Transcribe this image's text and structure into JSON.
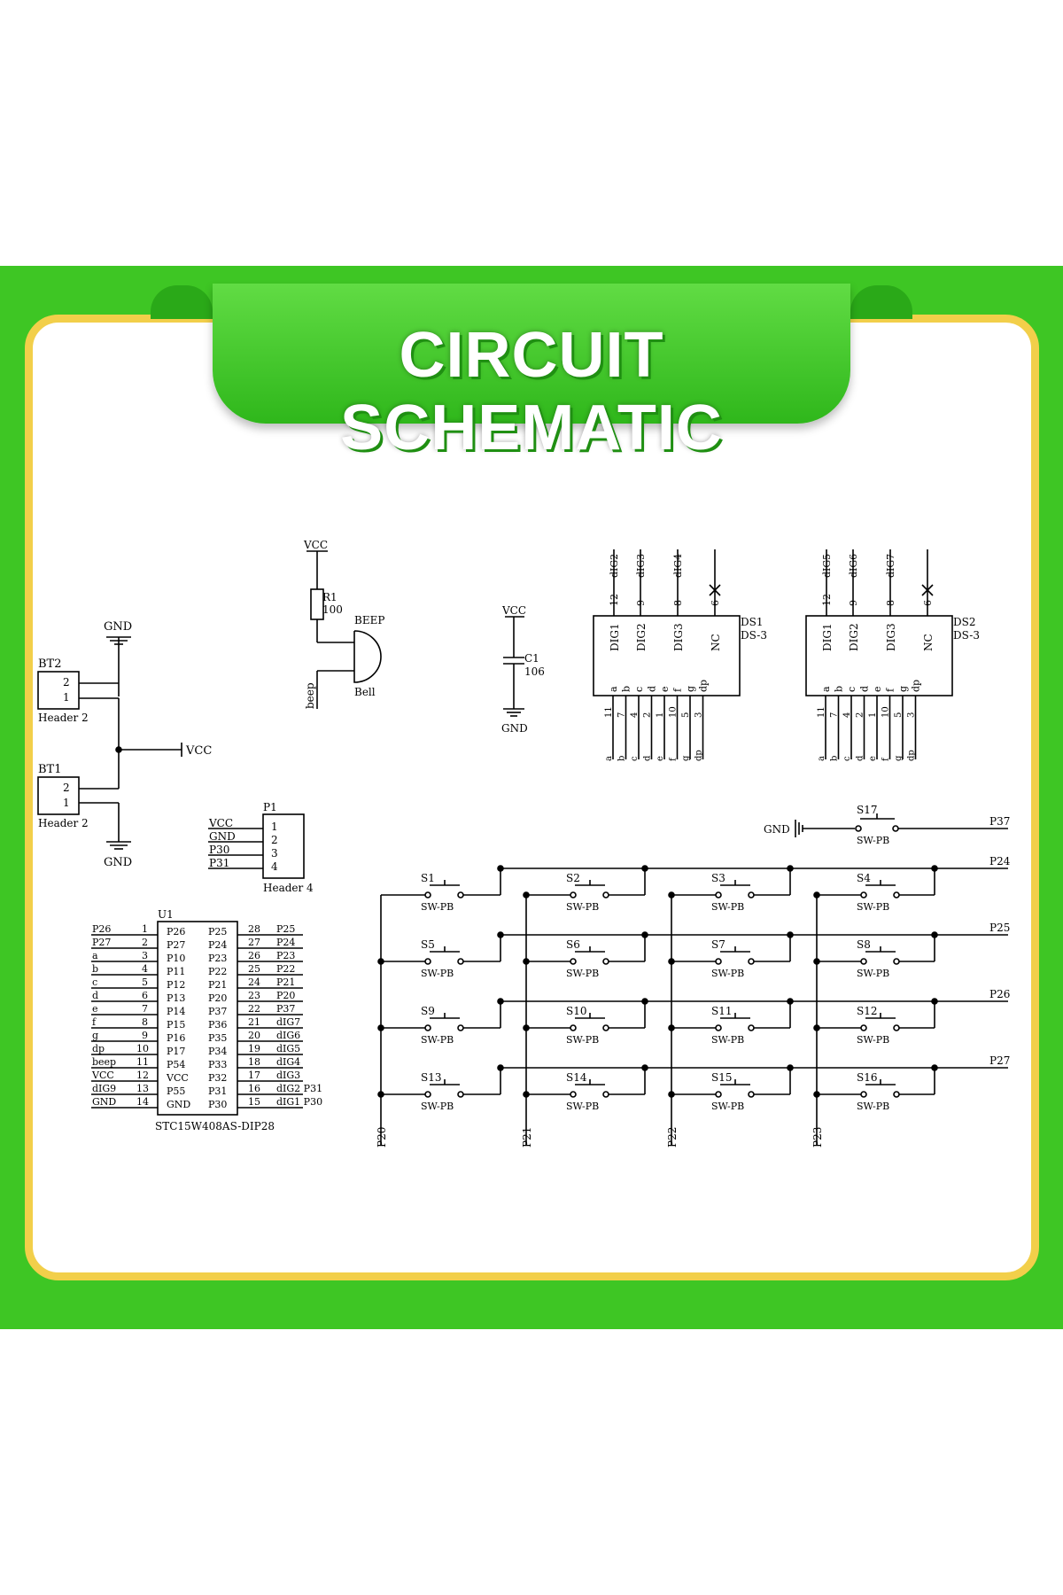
{
  "title": "CIRCUIT SCHEMATIC",
  "colors": {
    "panel": "#3ec624",
    "border": "#f2cf4a",
    "title_text": "#ffffff"
  },
  "battery": {
    "bt2": {
      "ref": "BT2",
      "pins": [
        "2",
        "1"
      ],
      "name": "Header 2"
    },
    "bt1": {
      "ref": "BT1",
      "pins": [
        "2",
        "1"
      ],
      "name": "Header 2"
    },
    "gnd_top": "GND",
    "gnd_bottom": "GND",
    "vcc": "VCC"
  },
  "beep_circuit": {
    "vcc": "VCC",
    "r_ref": "R1",
    "r_val": "100",
    "beep_label": "BEEP",
    "bell_label": "Bell",
    "net": "beep"
  },
  "capacitor": {
    "vcc": "VCC",
    "ref": "C1",
    "value": "106",
    "gnd": "GND"
  },
  "display_1": {
    "top_nets": [
      "dIG2",
      "dIG3",
      "dIG4"
    ],
    "top_pins": [
      "12",
      "9",
      "8",
      "6"
    ],
    "dig_labels": [
      "DIG1",
      "DIG2",
      "DIG3",
      "NC"
    ],
    "ref": "DS1",
    "part": "DS-3",
    "seg_labels": [
      "a",
      "b",
      "c",
      "d",
      "e",
      "f",
      "g",
      "dp"
    ],
    "bottom_pins": [
      "11",
      "7",
      "4",
      "2",
      "1",
      "10",
      "5",
      "3"
    ],
    "bottom_nets": [
      "a",
      "b",
      "c",
      "d",
      "e",
      "f",
      "g",
      "dp"
    ]
  },
  "display_2": {
    "top_nets": [
      "dIG5",
      "dIG6",
      "dIG7"
    ],
    "top_pins": [
      "12",
      "9",
      "8",
      "6"
    ],
    "dig_labels": [
      "DIG1",
      "DIG2",
      "DIG3",
      "NC"
    ],
    "ref": "DS2",
    "part": "DS-3",
    "seg_labels": [
      "a",
      "b",
      "c",
      "d",
      "e",
      "f",
      "g",
      "dp"
    ],
    "bottom_pins": [
      "11",
      "7",
      "4",
      "2",
      "1",
      "10",
      "5",
      "3"
    ],
    "bottom_nets": [
      "a",
      "b",
      "c",
      "d",
      "e",
      "f",
      "g",
      "dp"
    ]
  },
  "header_p1": {
    "ref": "P1",
    "name": "Header 4",
    "nets": [
      "VCC",
      "GND",
      "P30",
      "P31"
    ],
    "pins": [
      "1",
      "2",
      "3",
      "4"
    ]
  },
  "mcu": {
    "ref": "U1",
    "part": "STC15W408AS-DIP28",
    "left": [
      {
        "net": "P26",
        "pin": "1",
        "name": "P26"
      },
      {
        "net": "P27",
        "pin": "2",
        "name": "P27"
      },
      {
        "net": "a",
        "pin": "3",
        "name": "P10"
      },
      {
        "net": "b",
        "pin": "4",
        "name": "P11"
      },
      {
        "net": "c",
        "pin": "5",
        "name": "P12"
      },
      {
        "net": "d",
        "pin": "6",
        "name": "P13"
      },
      {
        "net": "e",
        "pin": "7",
        "name": "P14"
      },
      {
        "net": "f",
        "pin": "8",
        "name": "P15"
      },
      {
        "net": "g",
        "pin": "9",
        "name": "P16"
      },
      {
        "net": "dp",
        "pin": "10",
        "name": "P17"
      },
      {
        "net": "beep",
        "pin": "11",
        "name": "P54"
      },
      {
        "net": "VCC",
        "pin": "12",
        "name": "VCC"
      },
      {
        "net": "dIG9",
        "pin": "13",
        "name": "P55"
      },
      {
        "net": "GND",
        "pin": "14",
        "name": "GND"
      }
    ],
    "right": [
      {
        "name": "P25",
        "pin": "28",
        "net": "P25"
      },
      {
        "name": "P24",
        "pin": "27",
        "net": "P24"
      },
      {
        "name": "P23",
        "pin": "26",
        "net": "P23"
      },
      {
        "name": "P22",
        "pin": "25",
        "net": "P22"
      },
      {
        "name": "P21",
        "pin": "24",
        "net": "P21"
      },
      {
        "name": "P20",
        "pin": "23",
        "net": "P20"
      },
      {
        "name": "P37",
        "pin": "22",
        "net": "P37"
      },
      {
        "name": "P36",
        "pin": "21",
        "net": "dIG7"
      },
      {
        "name": "P35",
        "pin": "20",
        "net": "dIG6"
      },
      {
        "name": "P34",
        "pin": "19",
        "net": "dIG5"
      },
      {
        "name": "P33",
        "pin": "18",
        "net": "dIG4"
      },
      {
        "name": "P32",
        "pin": "17",
        "net": "dIG3"
      },
      {
        "name": "P31",
        "pin": "16",
        "net": "dIG2 P31"
      },
      {
        "name": "P30",
        "pin": "15",
        "net": "dIG1 P30"
      }
    ]
  },
  "keypad": {
    "s17": {
      "label": "S17",
      "type": "SW-PB",
      "gnd": "GND",
      "net": "P37"
    },
    "rows": [
      "P24",
      "P25",
      "P26",
      "P27"
    ],
    "cols": [
      "P20",
      "P21",
      "P22",
      "P23"
    ],
    "switch_type": "SW-PB",
    "switches": [
      "S1",
      "S2",
      "S3",
      "S4",
      "S5",
      "S6",
      "S7",
      "S8",
      "S9",
      "S10",
      "S11",
      "S12",
      "S13",
      "S14",
      "S15",
      "S16"
    ]
  }
}
